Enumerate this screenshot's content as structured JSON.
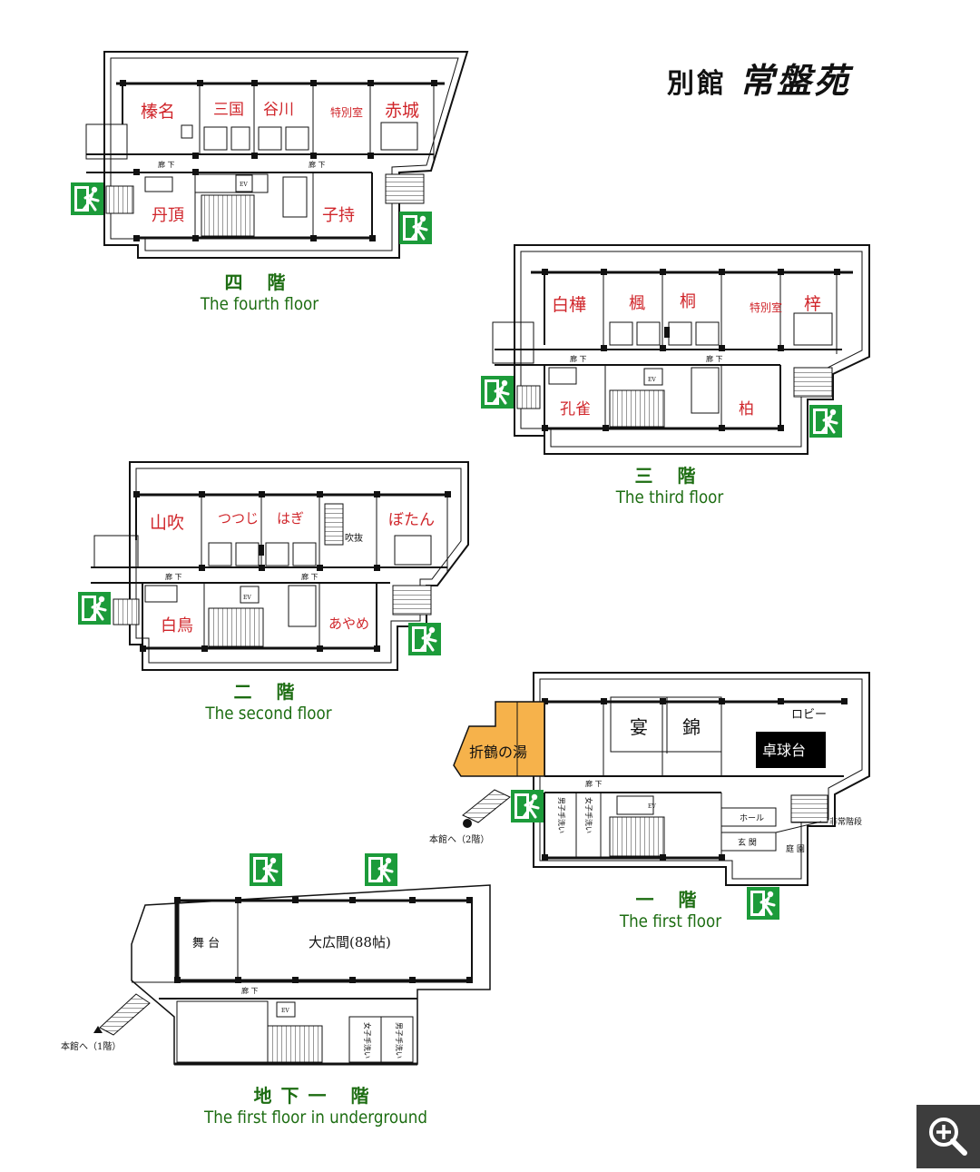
{
  "header": {
    "annex_label": "別館",
    "building_name": "常盤苑"
  },
  "floors": {
    "fourth": {
      "caption_jp": "四 階",
      "caption_en": "The fourth floor",
      "rooms": [
        "榛名",
        "三国",
        "谷川",
        "特別室",
        "赤城",
        "丹頂",
        "子持"
      ],
      "corridor_labels": [
        "廊 下",
        "廊 下"
      ],
      "ev_label": "EV"
    },
    "third": {
      "caption_jp": "三 階",
      "caption_en": "The third floor",
      "rooms": [
        "白樺",
        "楓",
        "桐",
        "特別室",
        "梓",
        "孔雀",
        "柏"
      ],
      "corridor_labels": [
        "廊 下",
        "廊 下"
      ],
      "ev_label": "EV"
    },
    "second": {
      "caption_jp": "二 階",
      "caption_en": "The second floor",
      "rooms": [
        "山吹",
        "つつじ",
        "はぎ",
        "ぼたん",
        "白鳥",
        "あやめ"
      ],
      "atrium_label": "吹抜",
      "corridor_labels": [
        "廊 下",
        "廊 下"
      ],
      "ev_label": "EV"
    },
    "first": {
      "caption_jp": "一 階",
      "caption_en": "The first floor",
      "rooms": [
        "宴",
        "錦"
      ],
      "bath": "折鶴の湯",
      "lobby": "ロビー",
      "table_tennis": "卓球台",
      "hall": "ホール",
      "entrance": "玄 関",
      "garden": "庭 園",
      "emergency_stairs": "非常階段",
      "to_main_building": "本館へ（2階）",
      "womens_restroom": "女子手洗い",
      "mens_restroom": "男子手洗い",
      "corridor_label": "廊 下",
      "ev_label": "EV"
    },
    "basement": {
      "caption_jp": "地下一 階",
      "caption_en": "The first floor in underground",
      "stage": "舞 台",
      "great_hall": "大広間(88帖)",
      "to_main_building": "本館へ（1階）",
      "womens_restroom": "女子手洗い",
      "mens_restroom": "男子手洗い",
      "corridor_label": "廊 下",
      "ev_label": "EV"
    }
  },
  "colors": {
    "room_label": "#d0262b",
    "caption": "#1d6d12",
    "exit_sign": "#1c9b3a",
    "bath_fill": "#f6b24b",
    "wall": "#111111"
  },
  "icons": {
    "exit": "emergency-exit-icon",
    "zoom": "zoom-in-icon"
  }
}
